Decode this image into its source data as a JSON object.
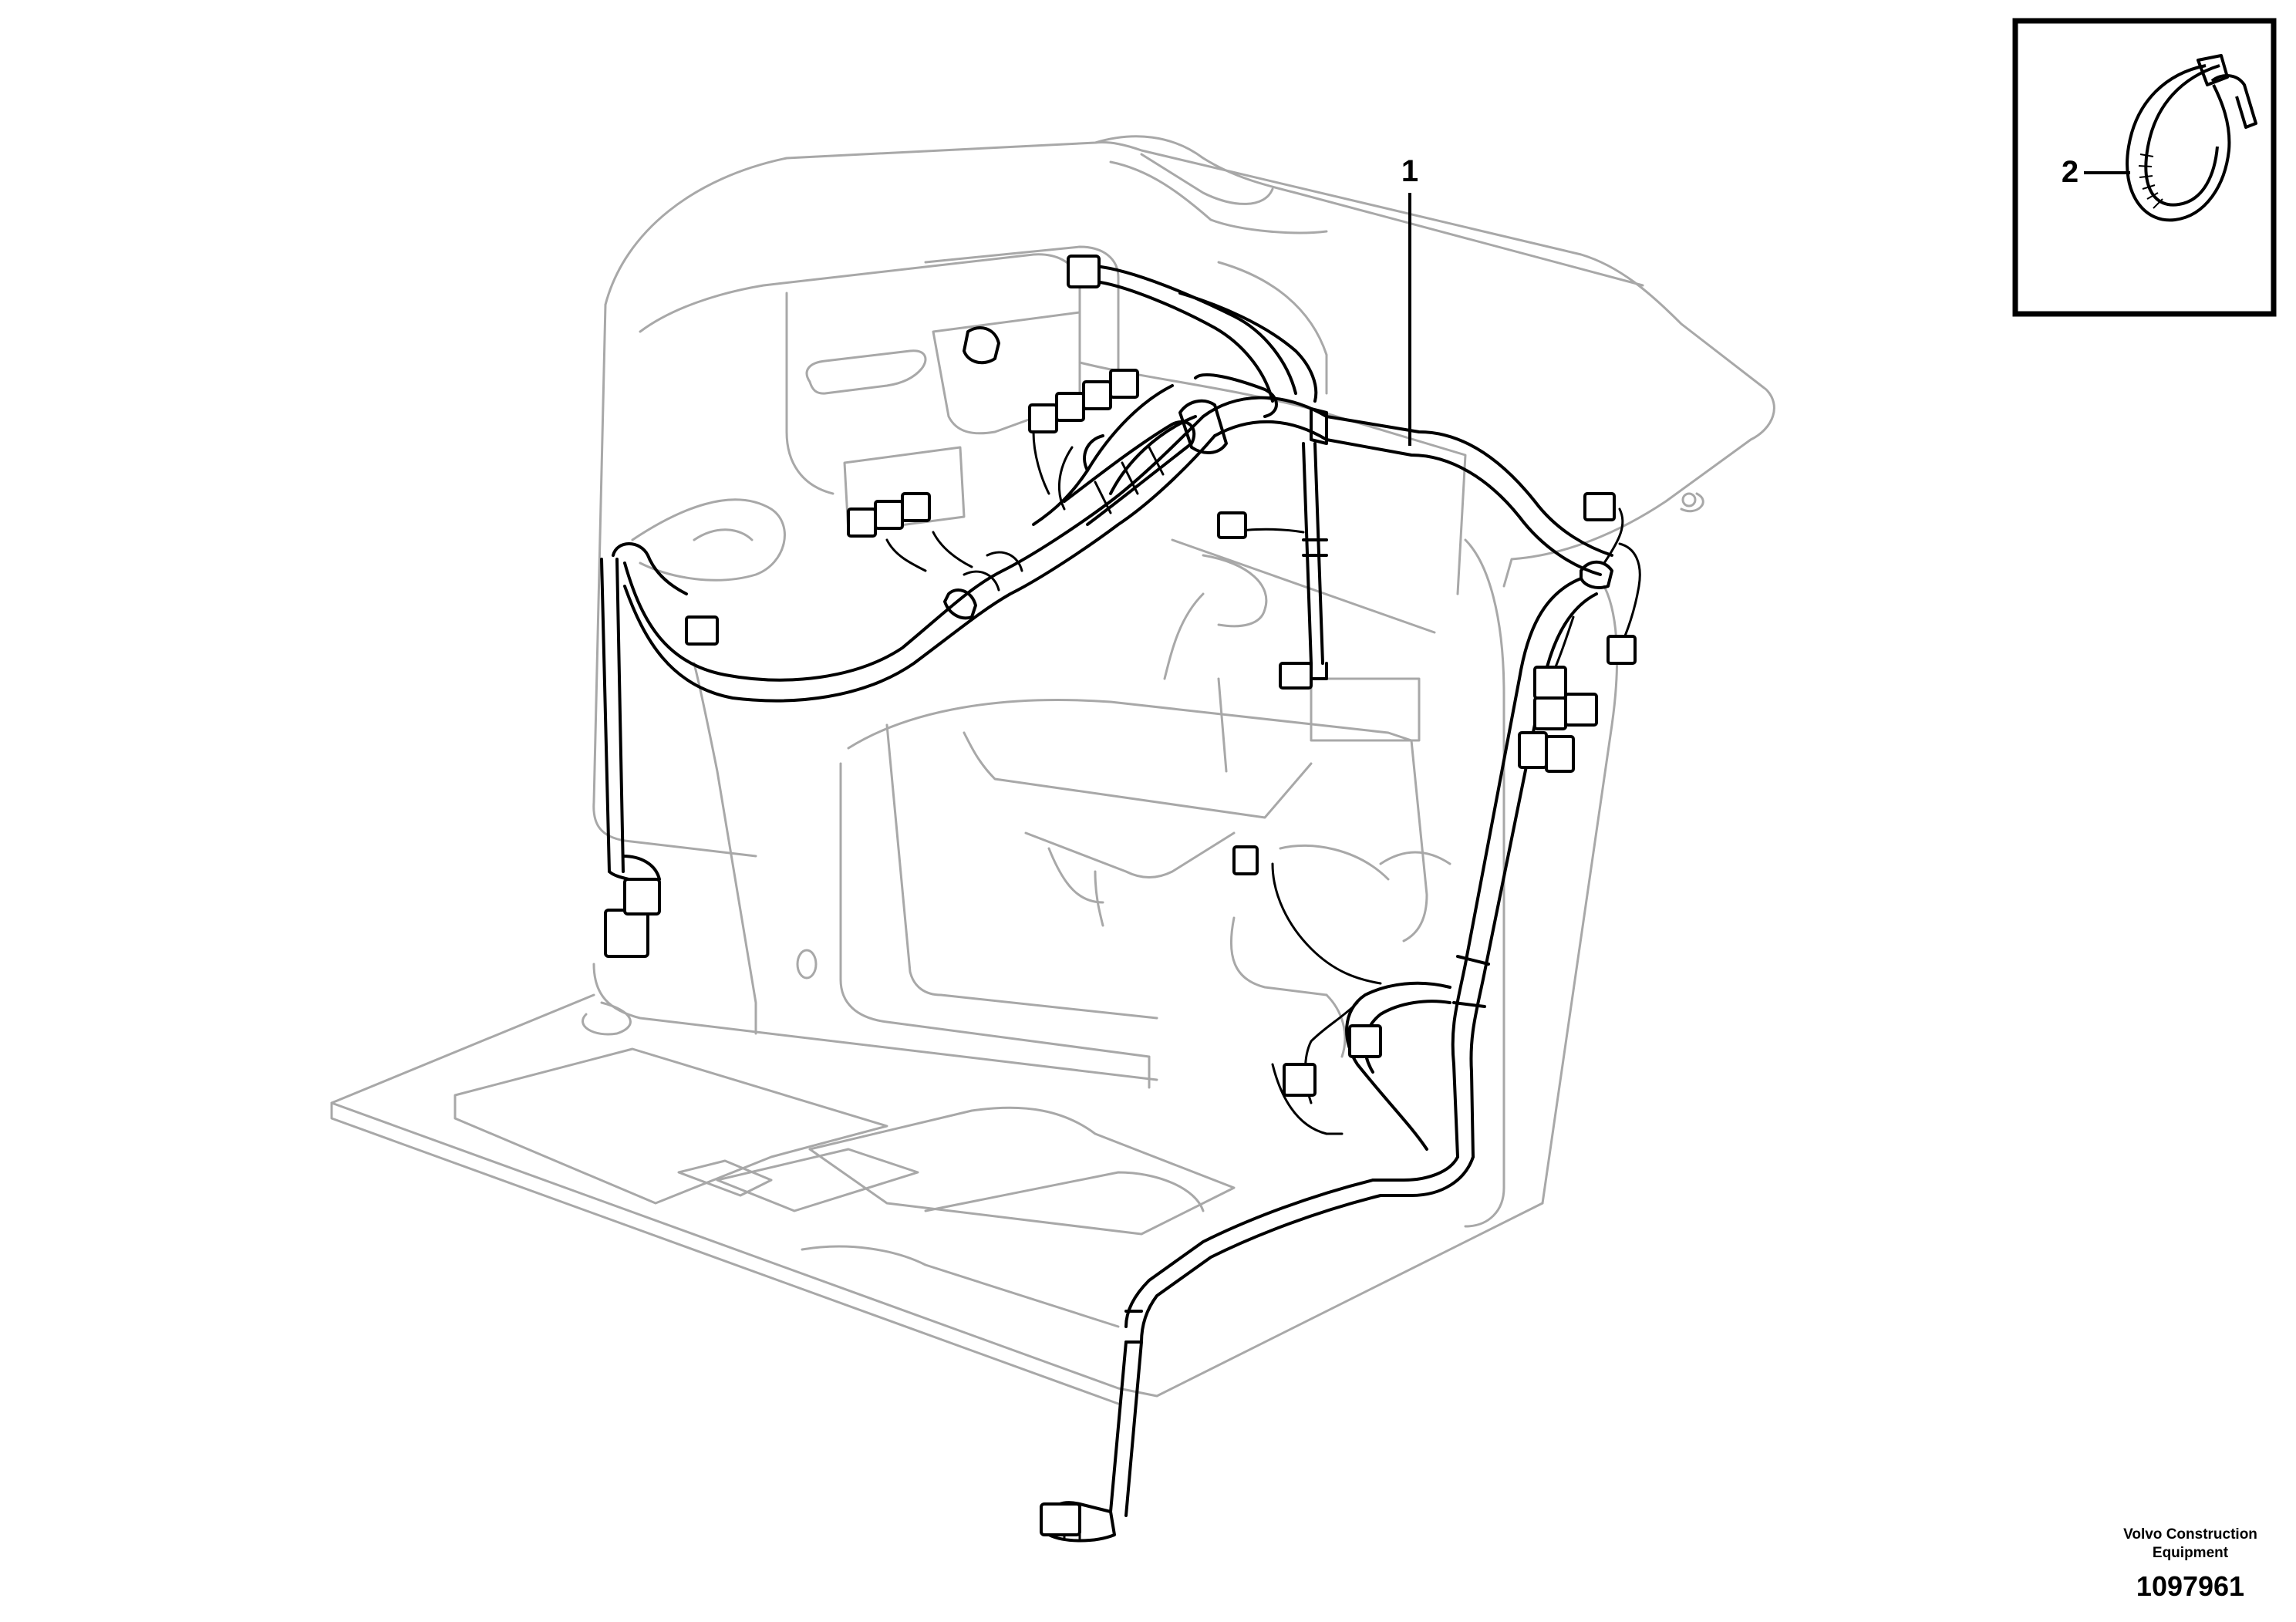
{
  "parts": [
    {
      "label": "1",
      "name": "Cable harness"
    },
    {
      "label": "2",
      "name": "Cable tie"
    }
  ],
  "footer": {
    "company_line1": "Volvo Construction",
    "company_line2": "Equipment",
    "drawing_number": "1097961"
  },
  "colors": {
    "outline": "#a8a8a8",
    "harness": "#000000",
    "background": "#ffffff"
  }
}
